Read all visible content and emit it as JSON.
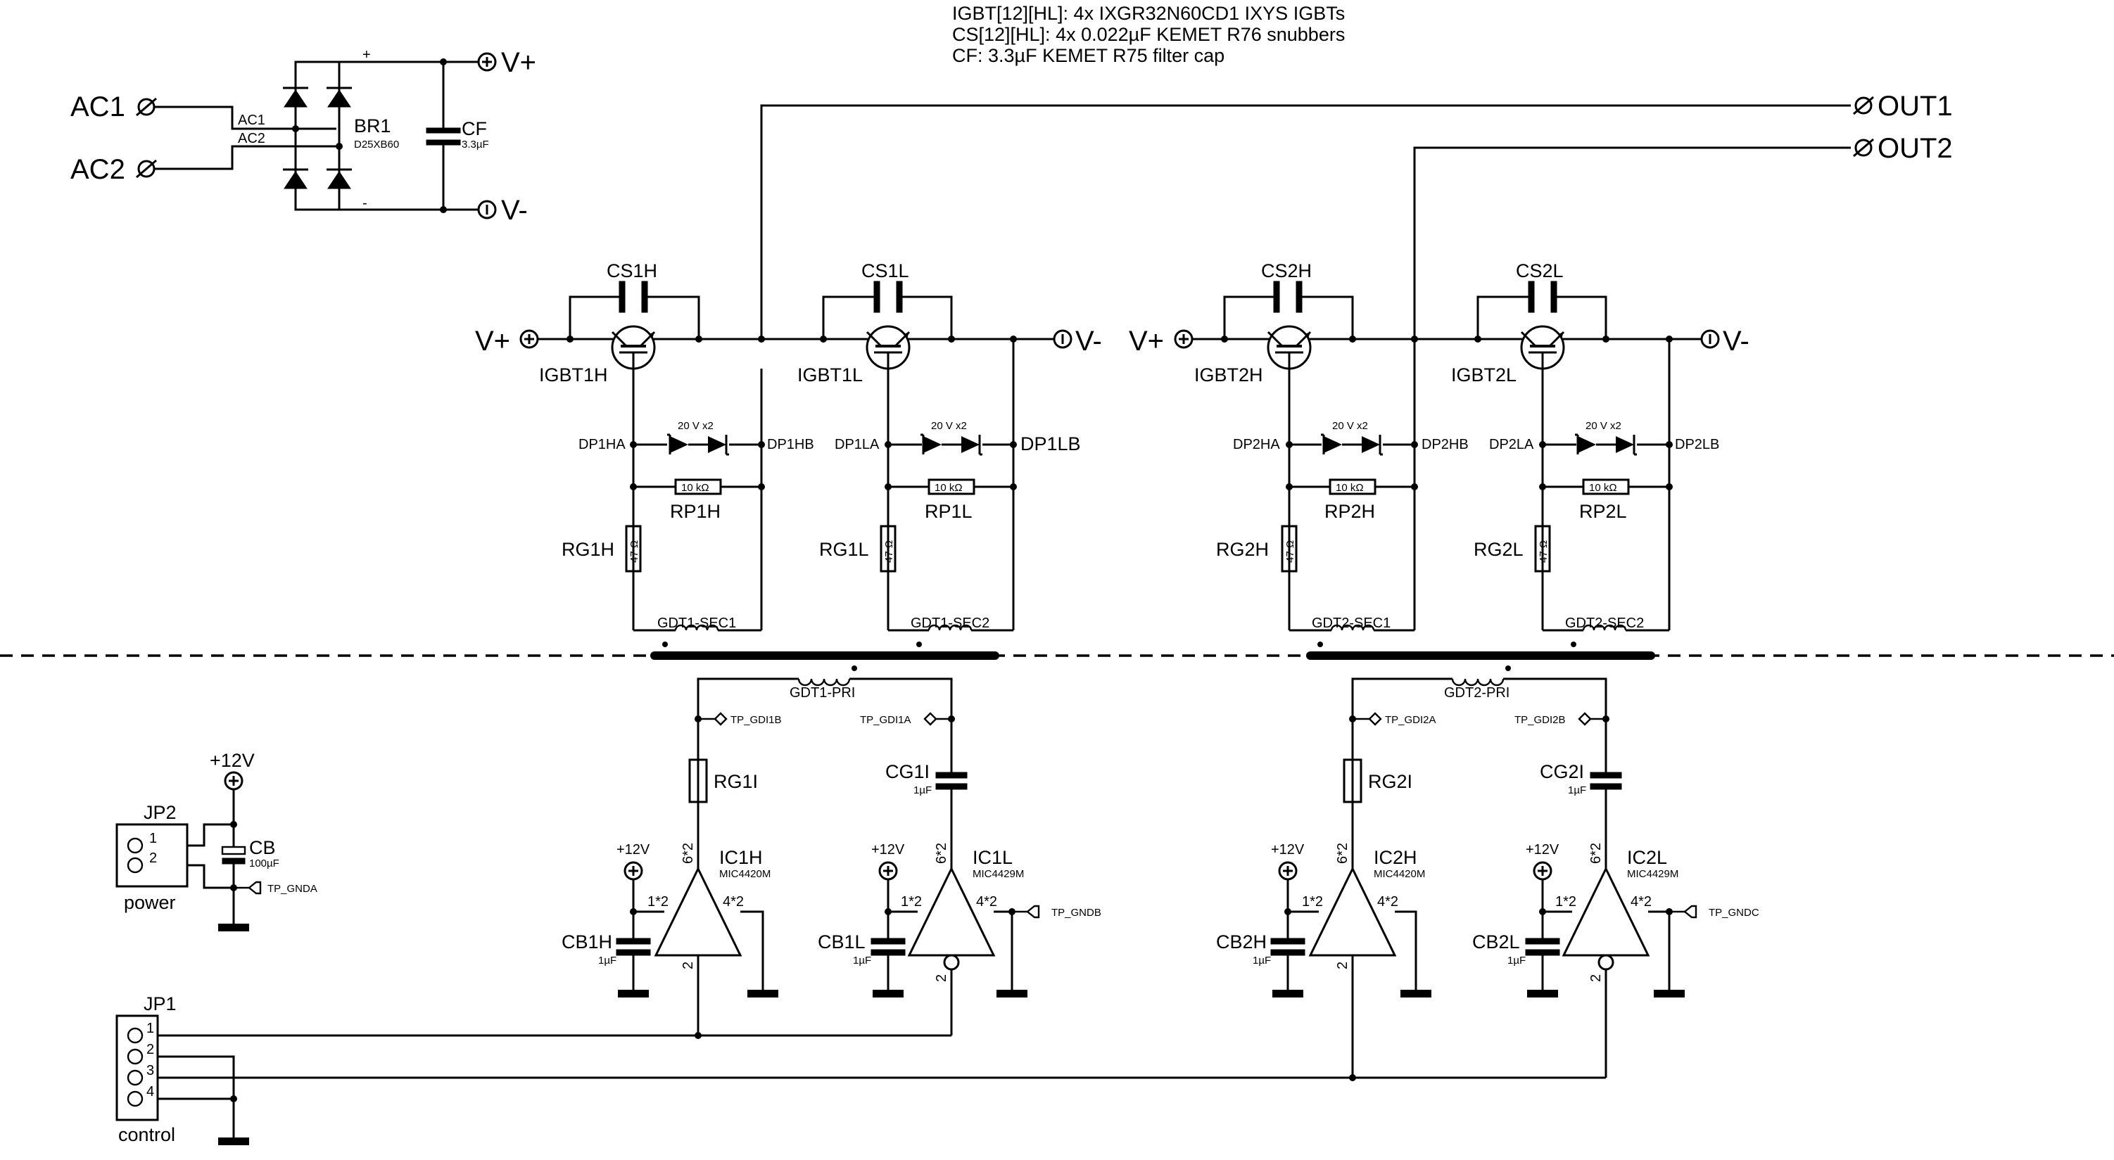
{
  "notes": [
    "IGBT[12][HL]: 4x IXGR32N60CD1 IXYS IGBTs",
    "CS[12][HL]: 4x 0.022µF KEMET R76 snubbers",
    "CF: 3.3µF KEMET R75 filter cap"
  ],
  "ports": {
    "ac1": "AC1",
    "ac2": "AC2",
    "vplus": "V+",
    "vminus": "V-",
    "out1": "OUT1",
    "out2": "OUT2"
  },
  "bridge": {
    "ref": "BR1",
    "part": "D25XB60",
    "pin_ac1": "AC1",
    "pin_ac2": "AC2",
    "pin_plus": "+",
    "pin_minus": "-"
  },
  "filter_cap": {
    "ref": "CF",
    "value": "3.3µF"
  },
  "supply": {
    "v12": "+12V"
  },
  "igbt_stages": [
    {
      "igbt": "IGBT1H",
      "snub": "CS1H",
      "rp": "RP1H",
      "rp_val": "10 kΩ",
      "rg": "RG1H",
      "rg_val": "47 Ω",
      "dp_a": "DP1HA",
      "dp_b": "DP1HB",
      "zener": "20 V x2",
      "sec": "GDT1-SEC1"
    },
    {
      "igbt": "IGBT1L",
      "snub": "CS1L",
      "rp": "RP1L",
      "rp_val": "10 kΩ",
      "rg": "RG1L",
      "rg_val": "47 Ω",
      "dp_a": "DP1LA",
      "dp_b": "DP1LB",
      "zener": "20 V x2",
      "sec": "GDT1-SEC2"
    },
    {
      "igbt": "IGBT2H",
      "snub": "CS2H",
      "rp": "RP2H",
      "rp_val": "10 kΩ",
      "rg": "RG2H",
      "rg_val": "47 Ω",
      "dp_a": "DP2HA",
      "dp_b": "DP2HB",
      "zener": "20 V x2",
      "sec": "GDT2-SEC1"
    },
    {
      "igbt": "IGBT2L",
      "snub": "CS2L",
      "rp": "RP2L",
      "rp_val": "10 kΩ",
      "rg": "RG2L",
      "rg_val": "47 Ω",
      "dp_a": "DP2LA",
      "dp_b": "DP2LB",
      "zener": "20 V x2",
      "sec": "GDT2-SEC2"
    }
  ],
  "drivers": [
    {
      "pri": "GDT1-PRI",
      "tp_left": "TP_GDI1B",
      "tp_right": "TP_GDI1A",
      "rg": "RG1I",
      "cg": "CG1I",
      "cg_val": "1µF",
      "ic_h": "IC1H",
      "ic_h_part": "MIC4420M",
      "ic_l": "IC1L",
      "ic_l_part": "MIC4429M",
      "cb_h": "CB1H",
      "cb_l": "CB1L",
      "cb_val": "1µF",
      "tp_gnd": "TP_GNDB"
    },
    {
      "pri": "GDT2-PRI",
      "tp_left": "TP_GDI2A",
      "tp_right": "TP_GDI2B",
      "rg": "RG2I",
      "cg": "CG2I",
      "cg_val": "1µF",
      "ic_h": "IC2H",
      "ic_h_part": "MIC4420M",
      "ic_l": "IC2L",
      "ic_l_part": "MIC4429M",
      "cb_h": "CB2H",
      "cb_l": "CB2L",
      "cb_val": "1µF",
      "tp_gnd": "TP_GNDC"
    }
  ],
  "pins": {
    "vdd": "6*2",
    "in": "1*2",
    "out": "4*2",
    "gnd": "2"
  },
  "jp2": {
    "ref": "JP2",
    "pins": [
      "1",
      "2"
    ],
    "caption": "power",
    "cb": "CB",
    "cb_val": "100µF",
    "tp": "TP_GNDA"
  },
  "jp1": {
    "ref": "JP1",
    "pins": [
      "1",
      "2",
      "3",
      "4"
    ],
    "caption": "control"
  }
}
